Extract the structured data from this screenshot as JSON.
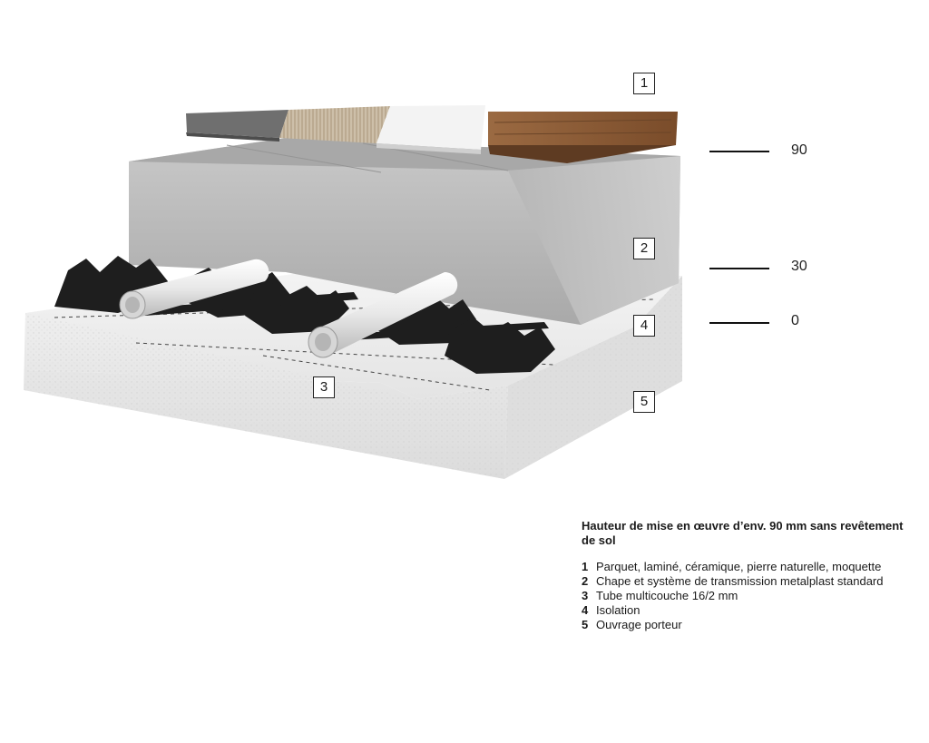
{
  "callouts": {
    "c1": "1",
    "c2": "2",
    "c3": "3",
    "c4": "4",
    "c5": "5"
  },
  "levels": {
    "l90": "90",
    "l30": "30",
    "l0": "0"
  },
  "caption": {
    "heading": "Hauteur de mise en œuvre d’env. 90 mm sans revêtement de sol",
    "items": [
      {
        "num": "1",
        "text": "Parquet, laminé, céramique, pierre naturelle, moquette"
      },
      {
        "num": "2",
        "text": "Chape et système de transmission metalplast standard"
      },
      {
        "num": "3",
        "text": "Tube multicouche 16/2 mm"
      },
      {
        "num": "4",
        "text": "Isolation"
      },
      {
        "num": "5",
        "text": "Ouvrage porteur"
      }
    ]
  },
  "colors": {
    "screed": "#bdbdbd",
    "insulation": "#efefef",
    "parquet": "#8a5a34",
    "stone": "#6b6b6b",
    "carpet": "#c9b9a4",
    "ceramic": "#f2f2f2",
    "rail": "#1e1e1e",
    "pipe": "#e6e6e6"
  }
}
